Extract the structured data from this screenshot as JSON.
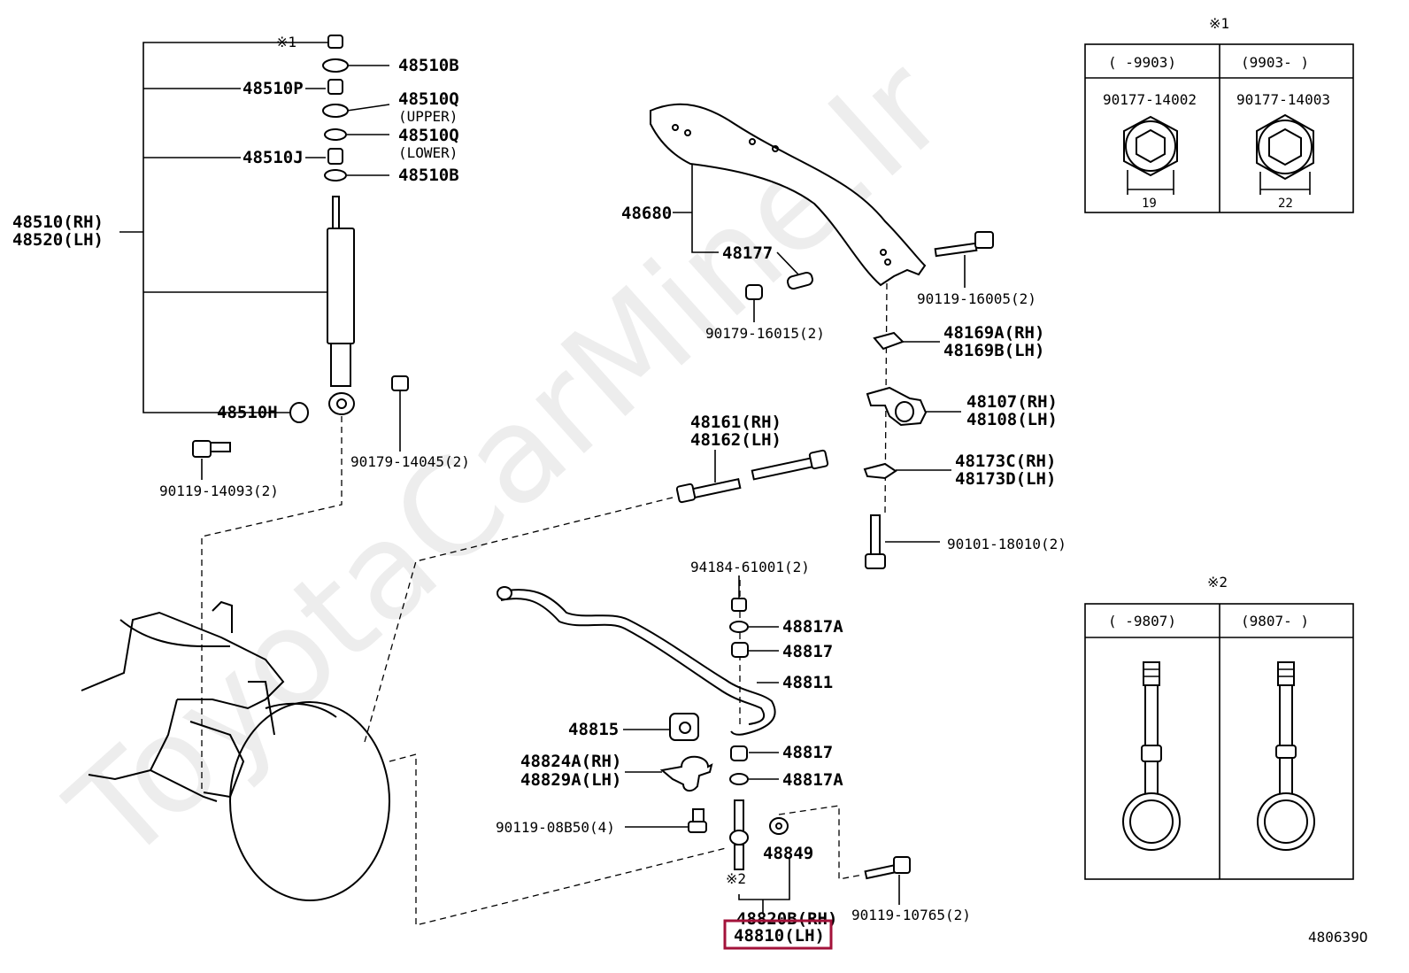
{
  "watermark": "ToyotaCarMine.Ir",
  "ref_code": "480639O",
  "labels": {
    "n48510B_top": "48510B",
    "n48510P": "48510P",
    "n48510Q_up": "48510Q",
    "upper": "(UPPER)",
    "n48510Q_low": "48510Q",
    "lower": "(LOWER)",
    "n48510J": "48510J",
    "n48510B_bot": "48510B",
    "n48510": "48510(RH)",
    "n48520": "48520(LH)",
    "n48510H": "48510H",
    "n90119_14093": "90119-14093(2)",
    "n90179_14045": "90179-14045(2)",
    "star1_top": "※1",
    "n48680": "48680",
    "n48177": "48177",
    "n90179_16015": "90179-16015(2)",
    "n90119_16005": "90119-16005(2)",
    "n48169A": "48169A(RH)",
    "n48169B": "48169B(LH)",
    "n48107": "48107(RH)",
    "n48108": "48108(LH)",
    "n48161": "48161(RH)",
    "n48162": "48162(LH)",
    "n48173C": "48173C(RH)",
    "n48173D": "48173D(LH)",
    "n90101_18010": "90101-18010(2)",
    "n94184_61001": "94184-61001(2)",
    "n48817A_top": "48817A",
    "n48817_top": "48817",
    "n48811": "48811",
    "n48815": "48815",
    "n48817_bot": "48817",
    "n48824A": "48824A(RH)",
    "n48829A": "48829A(LH)",
    "n48817A_bot": "48817A",
    "n90119_08B50": "90119-08B50(4)",
    "n48849": "48849",
    "star2_link": "※2",
    "n48820B": "48820B(RH)",
    "n48810": "48810(LH)",
    "n90119_10765": "90119-10765(2)"
  },
  "inset1": {
    "marker": "※1",
    "col1_range": "(    -9903)",
    "col2_range": "(9903-    )",
    "col1_part": "90177-14002",
    "col2_part": "90177-14003",
    "col1_size": "19",
    "col2_size": "22"
  },
  "inset2": {
    "marker": "※2",
    "col1_range": "(    -9807)",
    "col2_range": "(9807-    )"
  },
  "highlight_color": "#a3123a"
}
